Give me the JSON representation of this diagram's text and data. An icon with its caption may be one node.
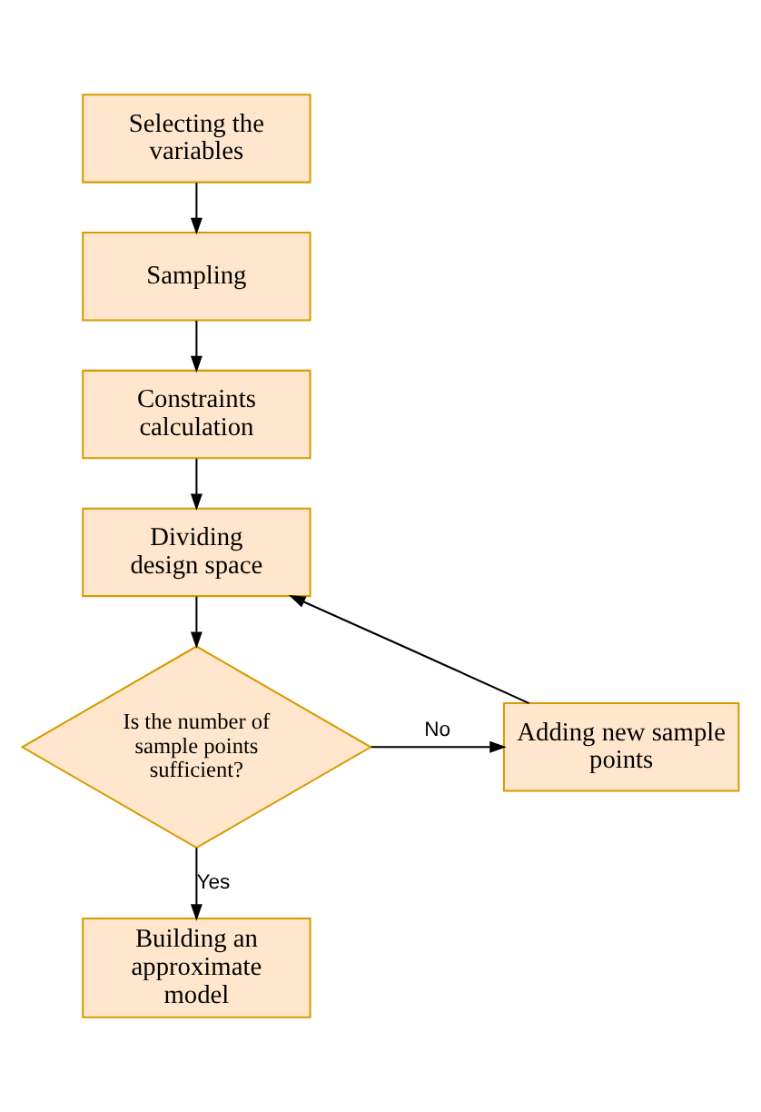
{
  "diagram": {
    "nodes": [
      {
        "text": [
          "Selecting the variables"
        ]
      },
      {
        "text": [
          "Sampling"
        ]
      },
      {
        "text": [
          "Constraints calculation"
        ]
      },
      {
        "text": [
          "Dividing design space"
        ]
      },
      {
        "text": [
          "Is the number of sample points sufficient?"
        ]
      },
      {
        "text": [
          "Adding new sample points"
        ]
      },
      {
        "text": [
          "Building an approximate model"
        ]
      }
    ],
    "edges": [
      {
        "from": 0,
        "to": 1,
        "arrow": "to"
      },
      {
        "from": 1,
        "to": 2,
        "arrow": "to"
      },
      {
        "from": 2,
        "to": 3,
        "arrow": "to"
      },
      {
        "from": 3,
        "to": 4,
        "arrow": "to"
      },
      {
        "from": 4,
        "to": 5,
        "arrow": "to",
        "label": "No"
      },
      {
        "from": 5,
        "to": 3,
        "arrow": "to"
      },
      {
        "from": 4,
        "to": 6,
        "arrow": "to",
        "label": "Yes"
      }
    ]
  }
}
